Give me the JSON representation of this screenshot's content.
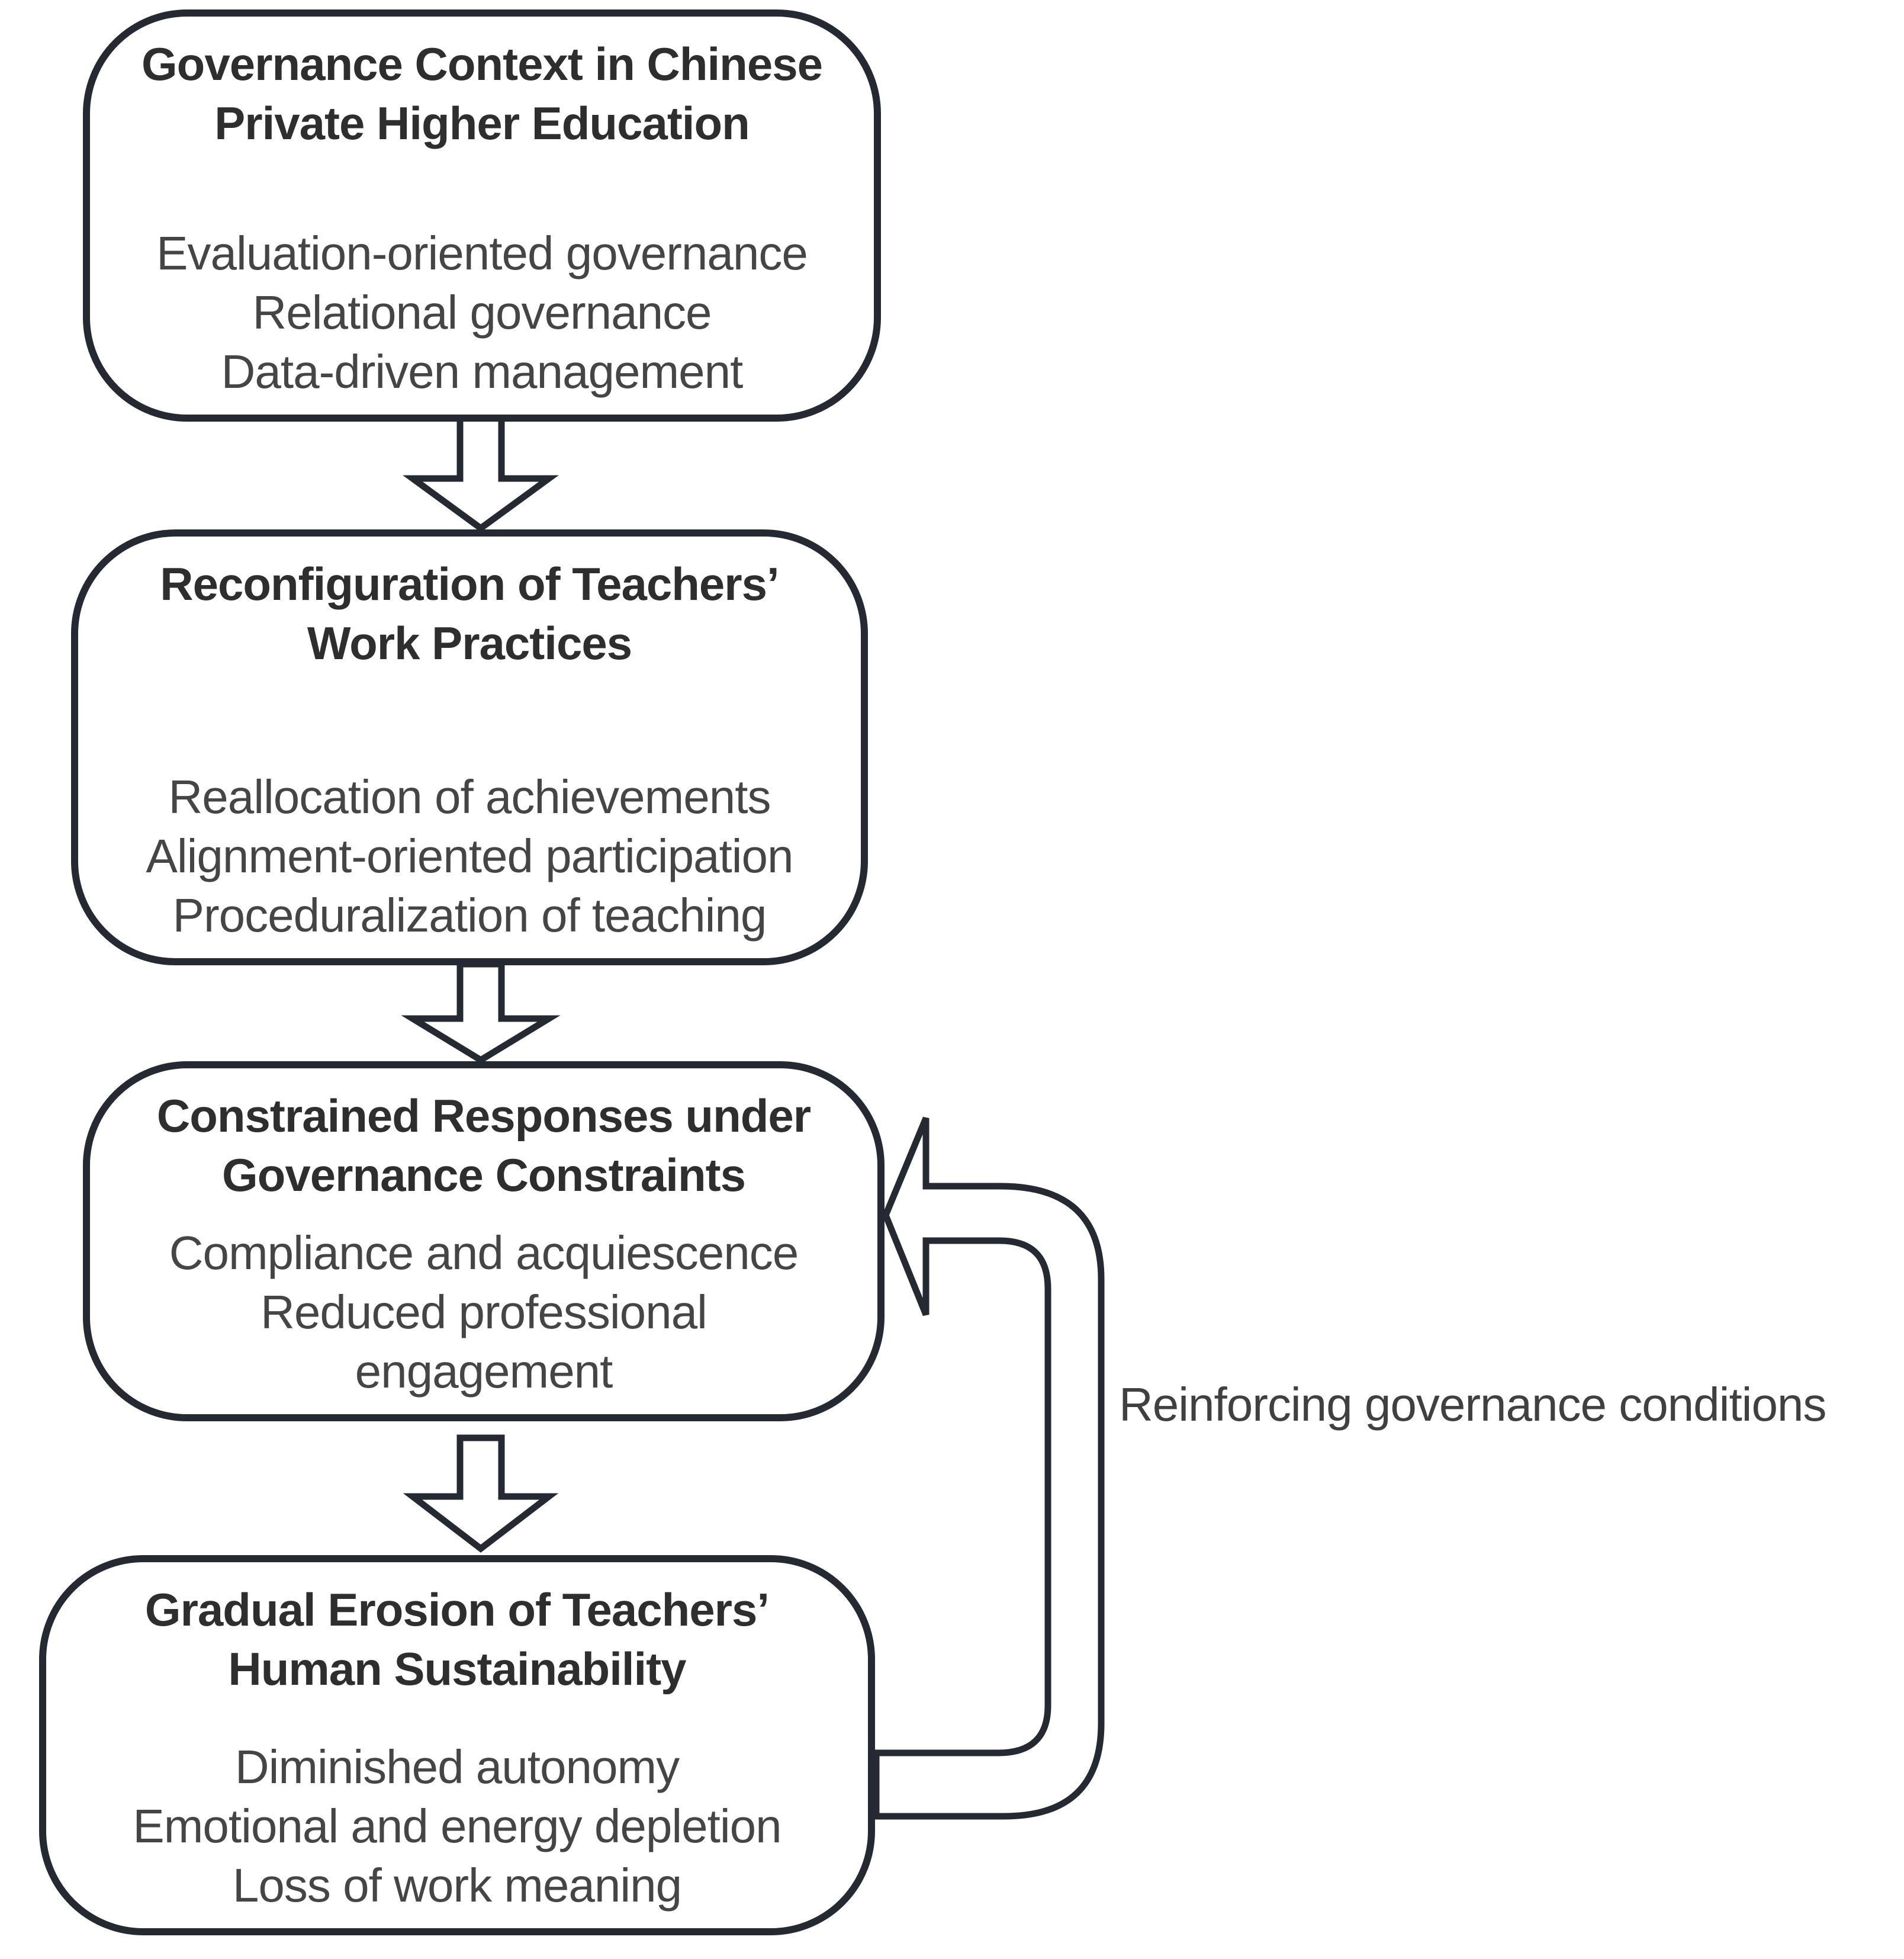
{
  "diagram": {
    "boxes": [
      {
        "id": "governance-context",
        "title_lines": [
          "Governance Context in Chinese",
          "Private Higher Education"
        ],
        "items": [
          "Evaluation-oriented governance",
          "Relational governance",
          "Data-driven management"
        ]
      },
      {
        "id": "reconfiguration",
        "title_lines": [
          "Reconfiguration of Teachers’",
          "Work Practices"
        ],
        "items": [
          "Reallocation of achievements",
          "Alignment-oriented participation",
          "Proceduralization of teaching"
        ]
      },
      {
        "id": "constrained-responses",
        "title_lines": [
          "Constrained Responses under",
          "Governance Constraints"
        ],
        "items": [
          "Compliance and acquiescence",
          "Reduced professional engagement"
        ]
      },
      {
        "id": "gradual-erosion",
        "title_lines": [
          "Gradual Erosion of Teachers’",
          "Human Sustainability"
        ],
        "items": [
          "Diminished autonomy",
          "Emotional and energy depletion",
          "Loss of work meaning"
        ]
      }
    ],
    "feedback_label": "Reinforcing governance conditions",
    "icons": {
      "down_arrow": "down-arrow-icon",
      "feedback_loop": "feedback-loop-arrow-icon"
    },
    "colors": {
      "outline": "#242932",
      "title_text": "#2e2e2e",
      "body_text": "#454545",
      "background": "#ffffff"
    }
  }
}
